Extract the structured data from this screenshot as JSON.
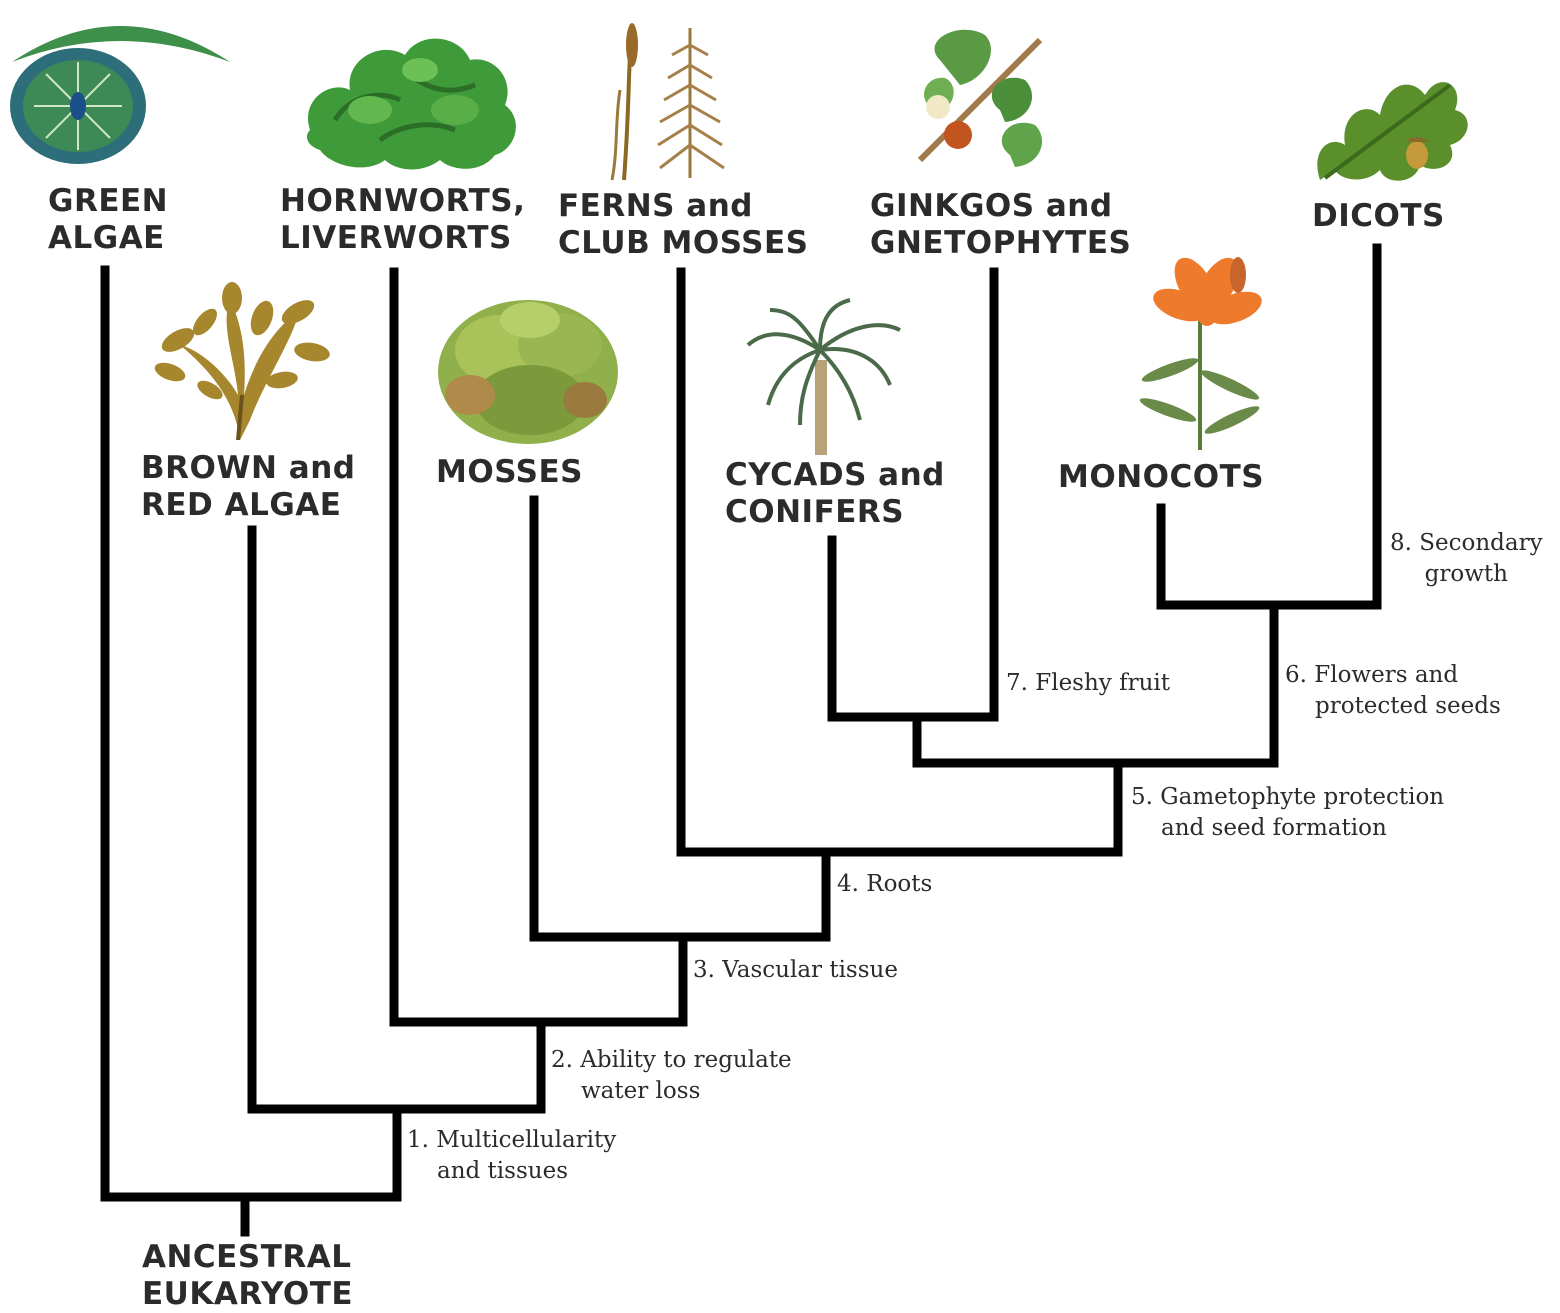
{
  "colors": {
    "branch": "#000000",
    "text": "#2b2b2b",
    "green_dark": "#2f6b2a",
    "green_mid": "#4f9a3c",
    "green_light": "#8cc26a",
    "brown": "#8a6a22",
    "olive": "#a38a3a",
    "orange": "#e8742a",
    "teal": "#1f6e6a"
  },
  "taxa": [
    {
      "id": "green_algae",
      "line1": "GREEN",
      "line2": "ALGAE",
      "icon": "green-algae-illustration"
    },
    {
      "id": "brown_red_algae",
      "line1": "BROWN and",
      "line2": "RED ALGAE",
      "icon": "seaweed-illustration"
    },
    {
      "id": "hornworts",
      "line1": "HORNWORTS,",
      "line2": "LIVERWORTS",
      "icon": "liverwort-illustration"
    },
    {
      "id": "mosses",
      "line1": "MOSSES",
      "line2": "",
      "icon": "moss-illustration"
    },
    {
      "id": "ferns",
      "line1": "FERNS and",
      "line2": "CLUB MOSSES",
      "icon": "fern-illustration"
    },
    {
      "id": "cycads",
      "line1": "CYCADS and",
      "line2": "CONIFERS",
      "icon": "palm-cycad-illustration"
    },
    {
      "id": "ginkgos",
      "line1": "GINKGOS and",
      "line2": "GNETOPHYTES",
      "icon": "ginkgo-illustration"
    },
    {
      "id": "monocots",
      "line1": "MONOCOTS",
      "line2": "",
      "icon": "lily-illustration"
    },
    {
      "id": "dicots",
      "line1": "DICOTS",
      "line2": "",
      "icon": "oak-leaf-illustration"
    }
  ],
  "root": {
    "line1": "ANCESTRAL",
    "line2": "EUKARYOTE"
  },
  "traits": [
    {
      "line1": "1. Multicellularity",
      "line2": "and tissues"
    },
    {
      "line1": "2. Ability to regulate",
      "line2": "water loss"
    },
    {
      "line1": "3. Vascular tissue",
      "line2": ""
    },
    {
      "line1": "4. Roots",
      "line2": ""
    },
    {
      "line1": "5. Gametophyte protection",
      "line2": "and seed formation"
    },
    {
      "line1": "6. Flowers and",
      "line2": "protected seeds"
    },
    {
      "line1": "7. Fleshy fruit",
      "line2": ""
    },
    {
      "line1": "8. Secondary",
      "line2": "growth"
    }
  ]
}
